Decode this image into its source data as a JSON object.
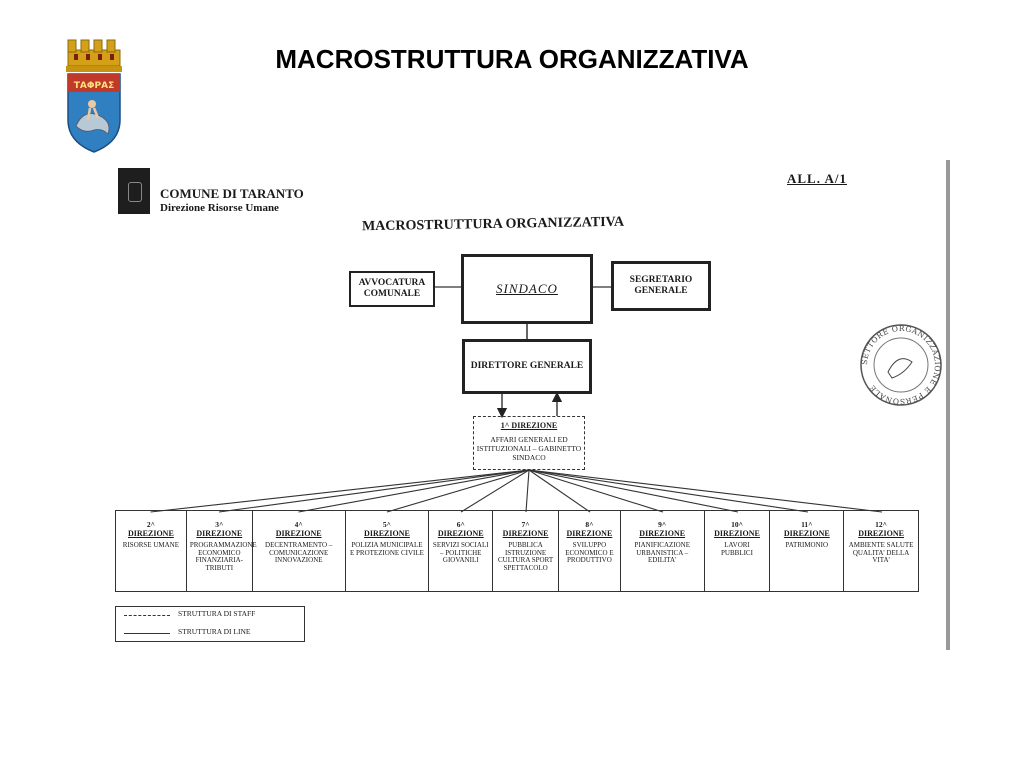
{
  "slide": {
    "title": "MACROSTRUTTURA ORGANIZZATIVA"
  },
  "crest": {
    "inscription": "ΤΑΦΡΑΣ"
  },
  "document": {
    "comune": "COMUNE DI TARANTO",
    "department": "Direzione Risorse Umane",
    "attachment": "ALL. A/1",
    "title": "MACROSTRUTTURA ORGANIZZATIVA"
  },
  "org": {
    "avvocatura": "AVVOCATURA COMUNALE",
    "sindaco": "SINDACO",
    "segretario": "SEGRETARIO GENERALE",
    "direttore": "DIRETTORE GENERALE",
    "staff": {
      "title": "1^ DIREZIONE",
      "desc": "AFFARI GENERALI ED ISTITUZIONALI – GABINETTO SINDACO"
    },
    "direzioni": [
      {
        "num": "2^",
        "label": "DIREZIONE",
        "desc": "RISORSE UMANE"
      },
      {
        "num": "3^",
        "label": "DIREZIONE",
        "desc": "PROGRAMMAZIONE ECONOMICO FINANZIARIA-TRIBUTI"
      },
      {
        "num": "4^",
        "label": "DIREZIONE",
        "desc": "DECENTRAMENTO – COMUNICAZIONE INNOVAZIONE"
      },
      {
        "num": "5^",
        "label": "DIREZIONE",
        "desc": "POLIZIA MUNICIPALE E PROTEZIONE CIVILE"
      },
      {
        "num": "6^",
        "label": "DIREZIONE",
        "desc": "SERVIZI SOCIALI – POLITICHE GIOVANILI"
      },
      {
        "num": "7^",
        "label": "DIREZIONE",
        "desc": "PUBBLICA ISTRUZIONE CULTURA SPORT SPETTACOLO"
      },
      {
        "num": "8^",
        "label": "DIREZIONE",
        "desc": "SVILUPPO ECONOMICO E PRODUTTIVO"
      },
      {
        "num": "9^",
        "label": "DIREZIONE",
        "desc": "PIANIFICAZIONE URBANISTICA – EDILITA'"
      },
      {
        "num": "10^",
        "label": "DIREZIONE",
        "desc": "LAVORI PUBBLICI"
      },
      {
        "num": "11^",
        "label": "DIREZIONE",
        "desc": "PATRIMONIO"
      },
      {
        "num": "12^",
        "label": "DIREZIONE",
        "desc": "AMBIENTE SALUTE QUALITA' DELLA VITA'"
      }
    ],
    "legend": {
      "staff": "STRUTTURA DI STAFF",
      "line": "STRUTTURA DI LINE"
    }
  },
  "stamp": {
    "text": "SETTORE ORGANIZZAZIONE E PERSONALE"
  },
  "colors": {
    "crest_red": "#c0392b",
    "crest_blue": "#2f7fc1",
    "crest_gold": "#d4a017"
  }
}
